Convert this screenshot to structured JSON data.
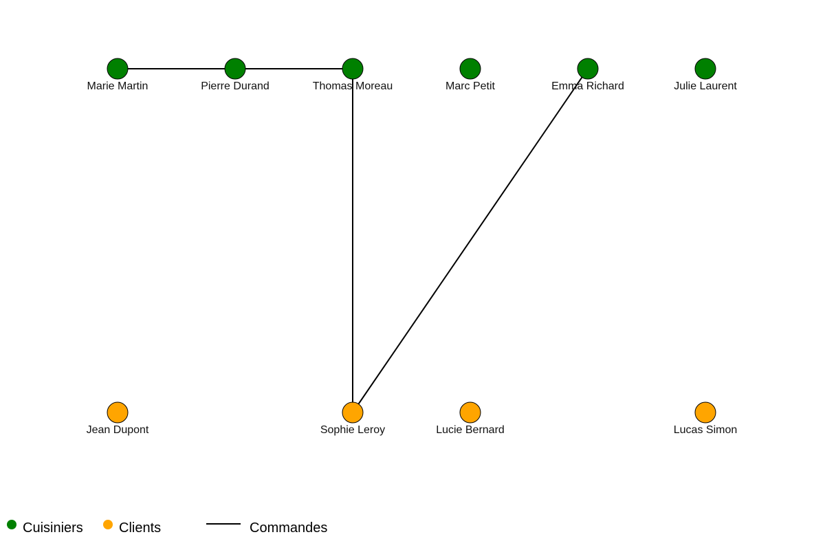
{
  "colors": {
    "cook": "#008000",
    "client": "#FFA500",
    "edge": "#000000",
    "node_stroke": "#000000"
  },
  "nodes": [
    {
      "id": "marie-martin",
      "label": "Marie Martin",
      "group": "cook"
    },
    {
      "id": "pierre-durand",
      "label": "Pierre Durand",
      "group": "cook"
    },
    {
      "id": "thomas-moreau",
      "label": "Thomas Moreau",
      "group": "cook"
    },
    {
      "id": "marc-petit",
      "label": "Marc Petit",
      "group": "cook"
    },
    {
      "id": "emma-richard",
      "label": "Emma Richard",
      "group": "cook"
    },
    {
      "id": "julie-laurent",
      "label": "Julie Laurent",
      "group": "cook"
    },
    {
      "id": "jean-dupont",
      "label": "Jean Dupont",
      "group": "client"
    },
    {
      "id": "sophie-leroy",
      "label": "Sophie Leroy",
      "group": "client"
    },
    {
      "id": "lucie-bernard",
      "label": "Lucie Bernard",
      "group": "client"
    },
    {
      "id": "lucas-simon",
      "label": "Lucas Simon",
      "group": "client"
    }
  ],
  "edges": [
    {
      "from": "marie-martin",
      "to": "pierre-durand"
    },
    {
      "from": "pierre-durand",
      "to": "thomas-moreau"
    },
    {
      "from": "thomas-moreau",
      "to": "sophie-leroy"
    },
    {
      "from": "emma-richard",
      "to": "sophie-leroy"
    }
  ],
  "legend": {
    "cooks_label": "Cuisiniers",
    "clients_label": "Clients",
    "orders_label": "Commandes"
  }
}
